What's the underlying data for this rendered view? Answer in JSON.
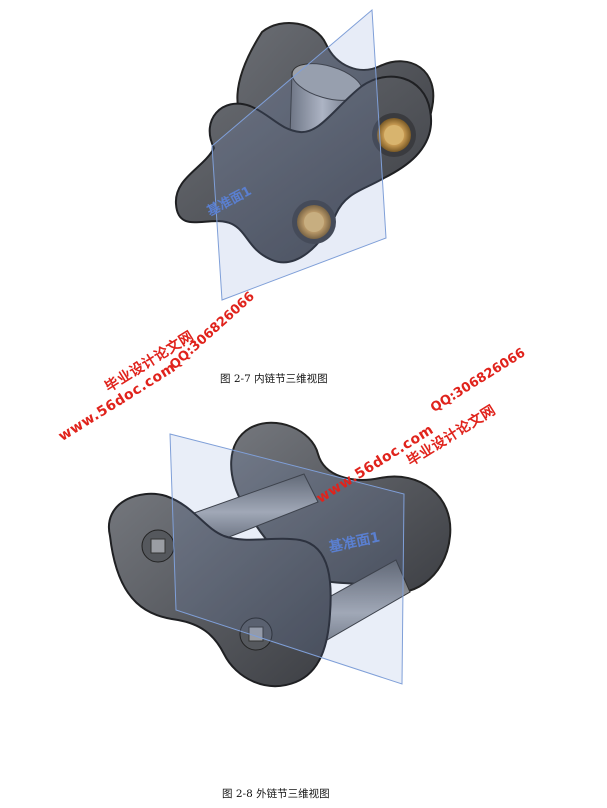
{
  "figures": [
    {
      "caption": "图 2-7  内链节三维视图",
      "plane_label": "基准面1"
    },
    {
      "caption": "图 2-8  外链节三维视图",
      "plane_label": "基准面1"
    }
  ],
  "watermarks": {
    "site_name": "毕业设计论文网",
    "url": "www.56doc.com",
    "qq": "QQ:306826066"
  }
}
